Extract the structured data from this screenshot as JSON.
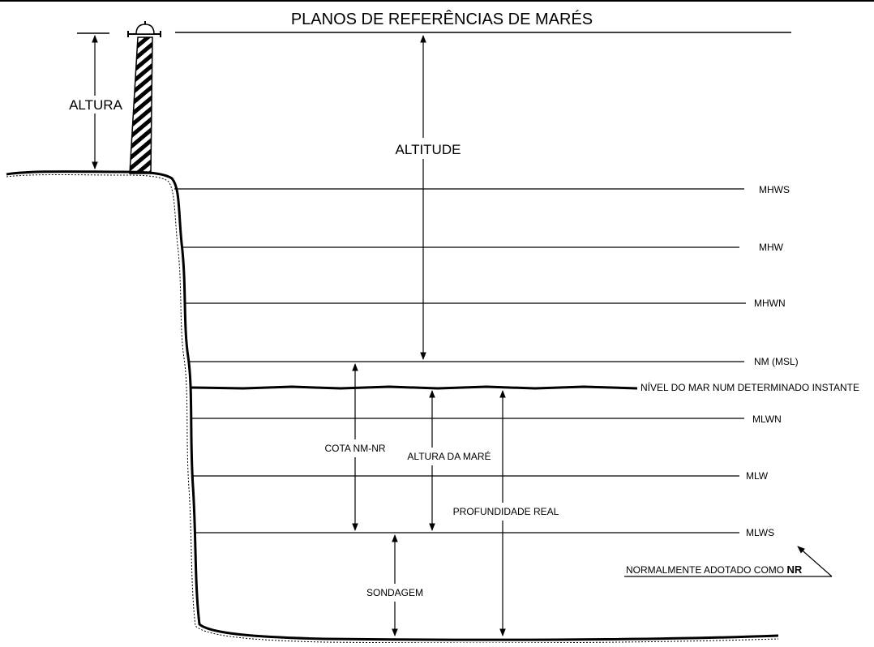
{
  "title": "PLANOS DE REFERÊNCIAS DE  MARÉS",
  "labels": {
    "altura": "ALTURA",
    "altitude": "ALTITUDE",
    "cota": "COTA NM-NR",
    "altura_mare": "ALTURA DA MARÉ",
    "profundidade_real": "PROFUNDIDADE REAL",
    "sondagem": "SONDAGEM",
    "nivel_instante": "NÍVEL DO MAR NUM DETERMINADO INSTANTE",
    "nr_note_prefix": "NORMALMENTE ADOTADO COMO ",
    "nr_note_bold": "NR"
  },
  "levels": {
    "mhws": "MHWS",
    "mhw": "MHW",
    "mhwn": "MHWN",
    "nm": "NM (MSL)",
    "mlwn": "MLWN",
    "mlw": "MLW",
    "mlws": "MLWS"
  },
  "colors": {
    "ink": "#000000",
    "background": "#ffffff"
  },
  "icons": [
    "lighthouse-icon",
    "arrow-icon"
  ]
}
